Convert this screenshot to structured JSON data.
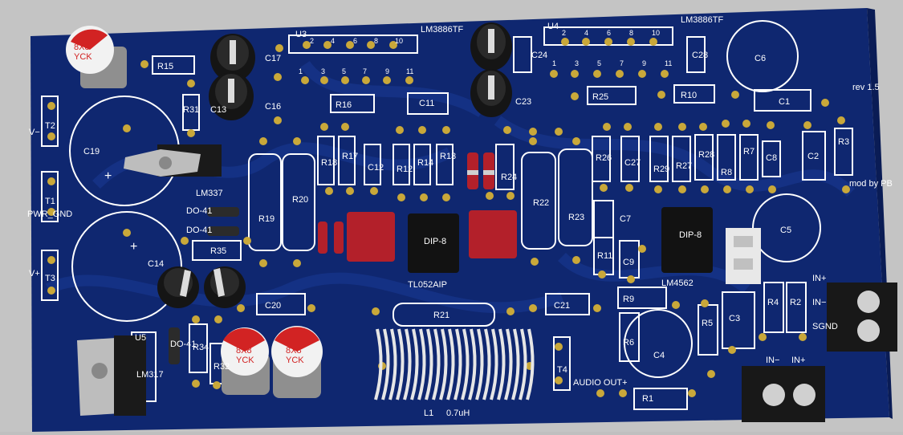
{
  "board": {
    "colors": {
      "background": "#c4c4c4",
      "pcb": "#0f2770",
      "pcb_edge": "#0a1c55",
      "trace": "#16348a",
      "silk": "#ffffff",
      "pad": "#c9a83a",
      "cap_body": "#1b1b1b",
      "film_cap": "#b3202a",
      "ic_body": "#121212",
      "heatsink": "#b0b0b0"
    },
    "labels": {
      "u3": "U3",
      "lm3886_a": "LM3886TF",
      "u4": "U4",
      "lm3886_b": "LM3886TF",
      "r15": "R15",
      "c17": "C17",
      "c24": "C24",
      "c28": "C28",
      "c6": "C6",
      "r31": "R31",
      "c13": "C13",
      "c16": "C16",
      "r16": "R16",
      "c11": "C11",
      "c23": "C23",
      "r25": "R25",
      "r10": "R10",
      "c1": "C1",
      "c19": "C19",
      "lm337": "LM337",
      "r18": "R18",
      "r17": "R17",
      "c12": "C12",
      "r12": "R12",
      "r14": "R14",
      "r13": "R13",
      "r24": "R24",
      "r22": "R22",
      "r26": "R26",
      "c27": "C27",
      "r29": "R29",
      "r27": "R27",
      "r28": "R28",
      "r8": "R8",
      "r7": "R7",
      "c8": "C8",
      "c2": "C2",
      "r3": "R3",
      "mod": "mod by PB",
      "rev": "rev 1.5",
      "v_minus": "V−",
      "t2": "T2",
      "pwr_gnd": "PWR_GND",
      "t1": "T1",
      "v_plus": "V+",
      "t3": "T3",
      "c14": "C14",
      "r19": "R19",
      "r20": "R20",
      "do41_a": "DO-41",
      "do41_b": "DO-41",
      "do41_c": "DO-41",
      "r35": "R35",
      "dip8_a": "DIP-8",
      "dip8_b": "DIP-8",
      "tl052": "TL052AIP",
      "lm4562": "LM4562",
      "r23": "R23",
      "r11": "R11",
      "c7": "C7",
      "c9": "C9",
      "c5": "C5",
      "r9": "R9",
      "r4": "R4",
      "r2": "R2",
      "sgnd": "SGND",
      "in_minus_r": "IN−",
      "in_plus_r": "IN+",
      "c20": "C20",
      "r21": "R21",
      "c21": "C21",
      "r34": "R34",
      "r32": "R32",
      "u5": "U5",
      "lm317": "LM317",
      "c4": "C4",
      "r6": "R6",
      "t4": "T4",
      "audio_out": "AUDIO OUT+",
      "r5": "R5",
      "c3": "C3",
      "in_minus": "IN−",
      "in_plus": "IN+",
      "r1": "R1",
      "l1": "L1",
      "l1_val": "0.7uH",
      "cap_8x8": "8X8",
      "cap_yck": "YCK",
      "pin1": "1",
      "pin2": "2",
      "pin3": "3",
      "pin4": "4",
      "pin5": "5",
      "pin6": "6",
      "pin7": "7",
      "pin8": "8",
      "pin9": "9",
      "pin10": "10",
      "pin11": "11",
      "plus": "+"
    }
  }
}
